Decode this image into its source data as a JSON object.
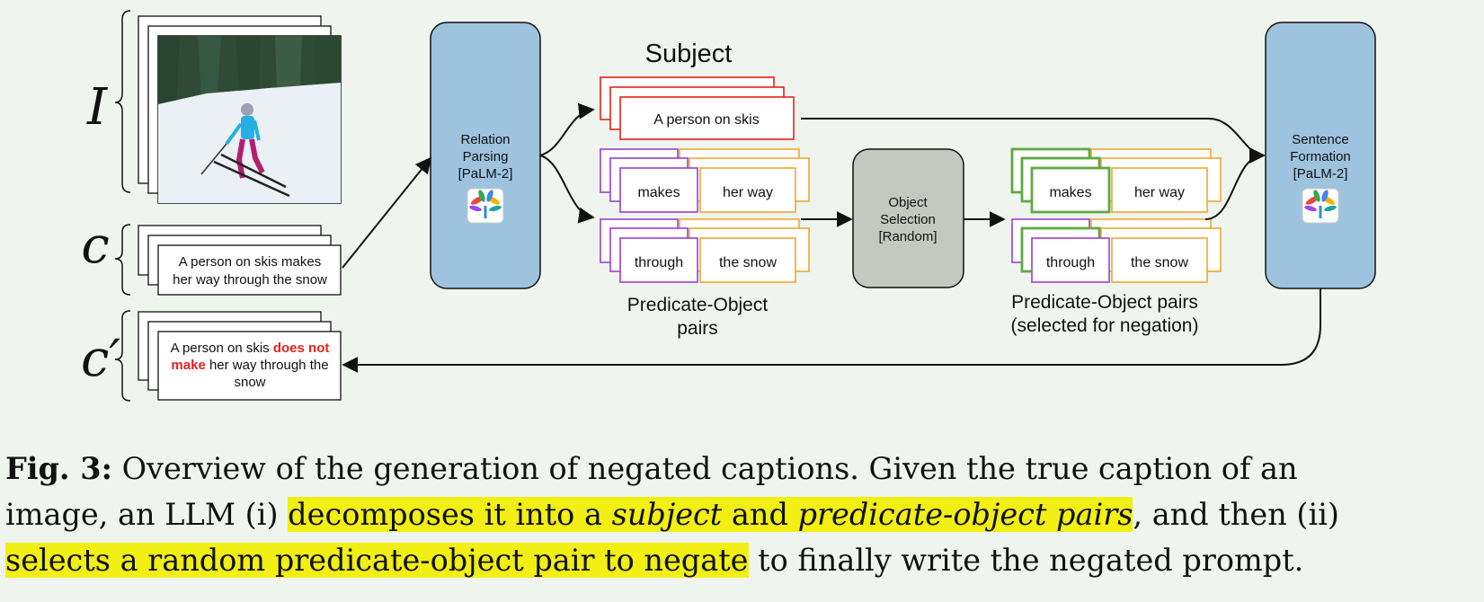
{
  "diagram": {
    "symbols": {
      "image": "I",
      "caption": "c",
      "negated": "c′"
    },
    "input_caption": {
      "line1": "A person on skis makes",
      "line2": "her way through the snow"
    },
    "negated_caption": {
      "line1_plain": "A person on skis ",
      "line1_red": "does not",
      "line2_red": "make",
      "line2_plain": " her way through the",
      "line3": "snow"
    },
    "relation_parsing": {
      "line1": "Relation",
      "line2": "Parsing",
      "line3": "[PaLM-2]"
    },
    "subject_header": "Subject",
    "subject_text": "A person on skis",
    "predicate_1": "makes",
    "object_1": "her way",
    "predicate_2": "through",
    "object_2": "the snow",
    "pairs_label": {
      "line1": "Predicate-Object",
      "line2": "pairs"
    },
    "object_selection": {
      "line1": "Object",
      "line2": "Selection",
      "line3": "[Random]"
    },
    "selected_pairs_label": {
      "line1": "Predicate-Object pairs",
      "line2": "(selected for negation)"
    },
    "sentence_formation": {
      "line1": "Sentence",
      "line2": "Formation",
      "line3": "[PaLM-2]"
    },
    "model_icon": "palm-logo-icon",
    "colors": {
      "model_box": "#9dc3df",
      "selection_box": "#c4c8c0",
      "subject_border": "#e8201c",
      "predicate_border": "#9b3ed3",
      "object_border": "#f0a630",
      "selected_border": "#62a842",
      "negation_text": "#e8201c"
    }
  },
  "caption": {
    "label": "Fig. 3:",
    "line1": " Overview of the generation of negated captions. Given the true caption of an",
    "line2_a": "image, an LLM (i) ",
    "line2_hl_1": "decomposes it into a ",
    "line2_hl_subject": "subject",
    "line2_hl_and": " and ",
    "line2_hl_pairs": "predicate-object pairs",
    "line2_b": ", and then (ii)",
    "line3_hl": "selects a random predicate-object pair to negate",
    "line3_b": " to finally write the negated prompt."
  }
}
